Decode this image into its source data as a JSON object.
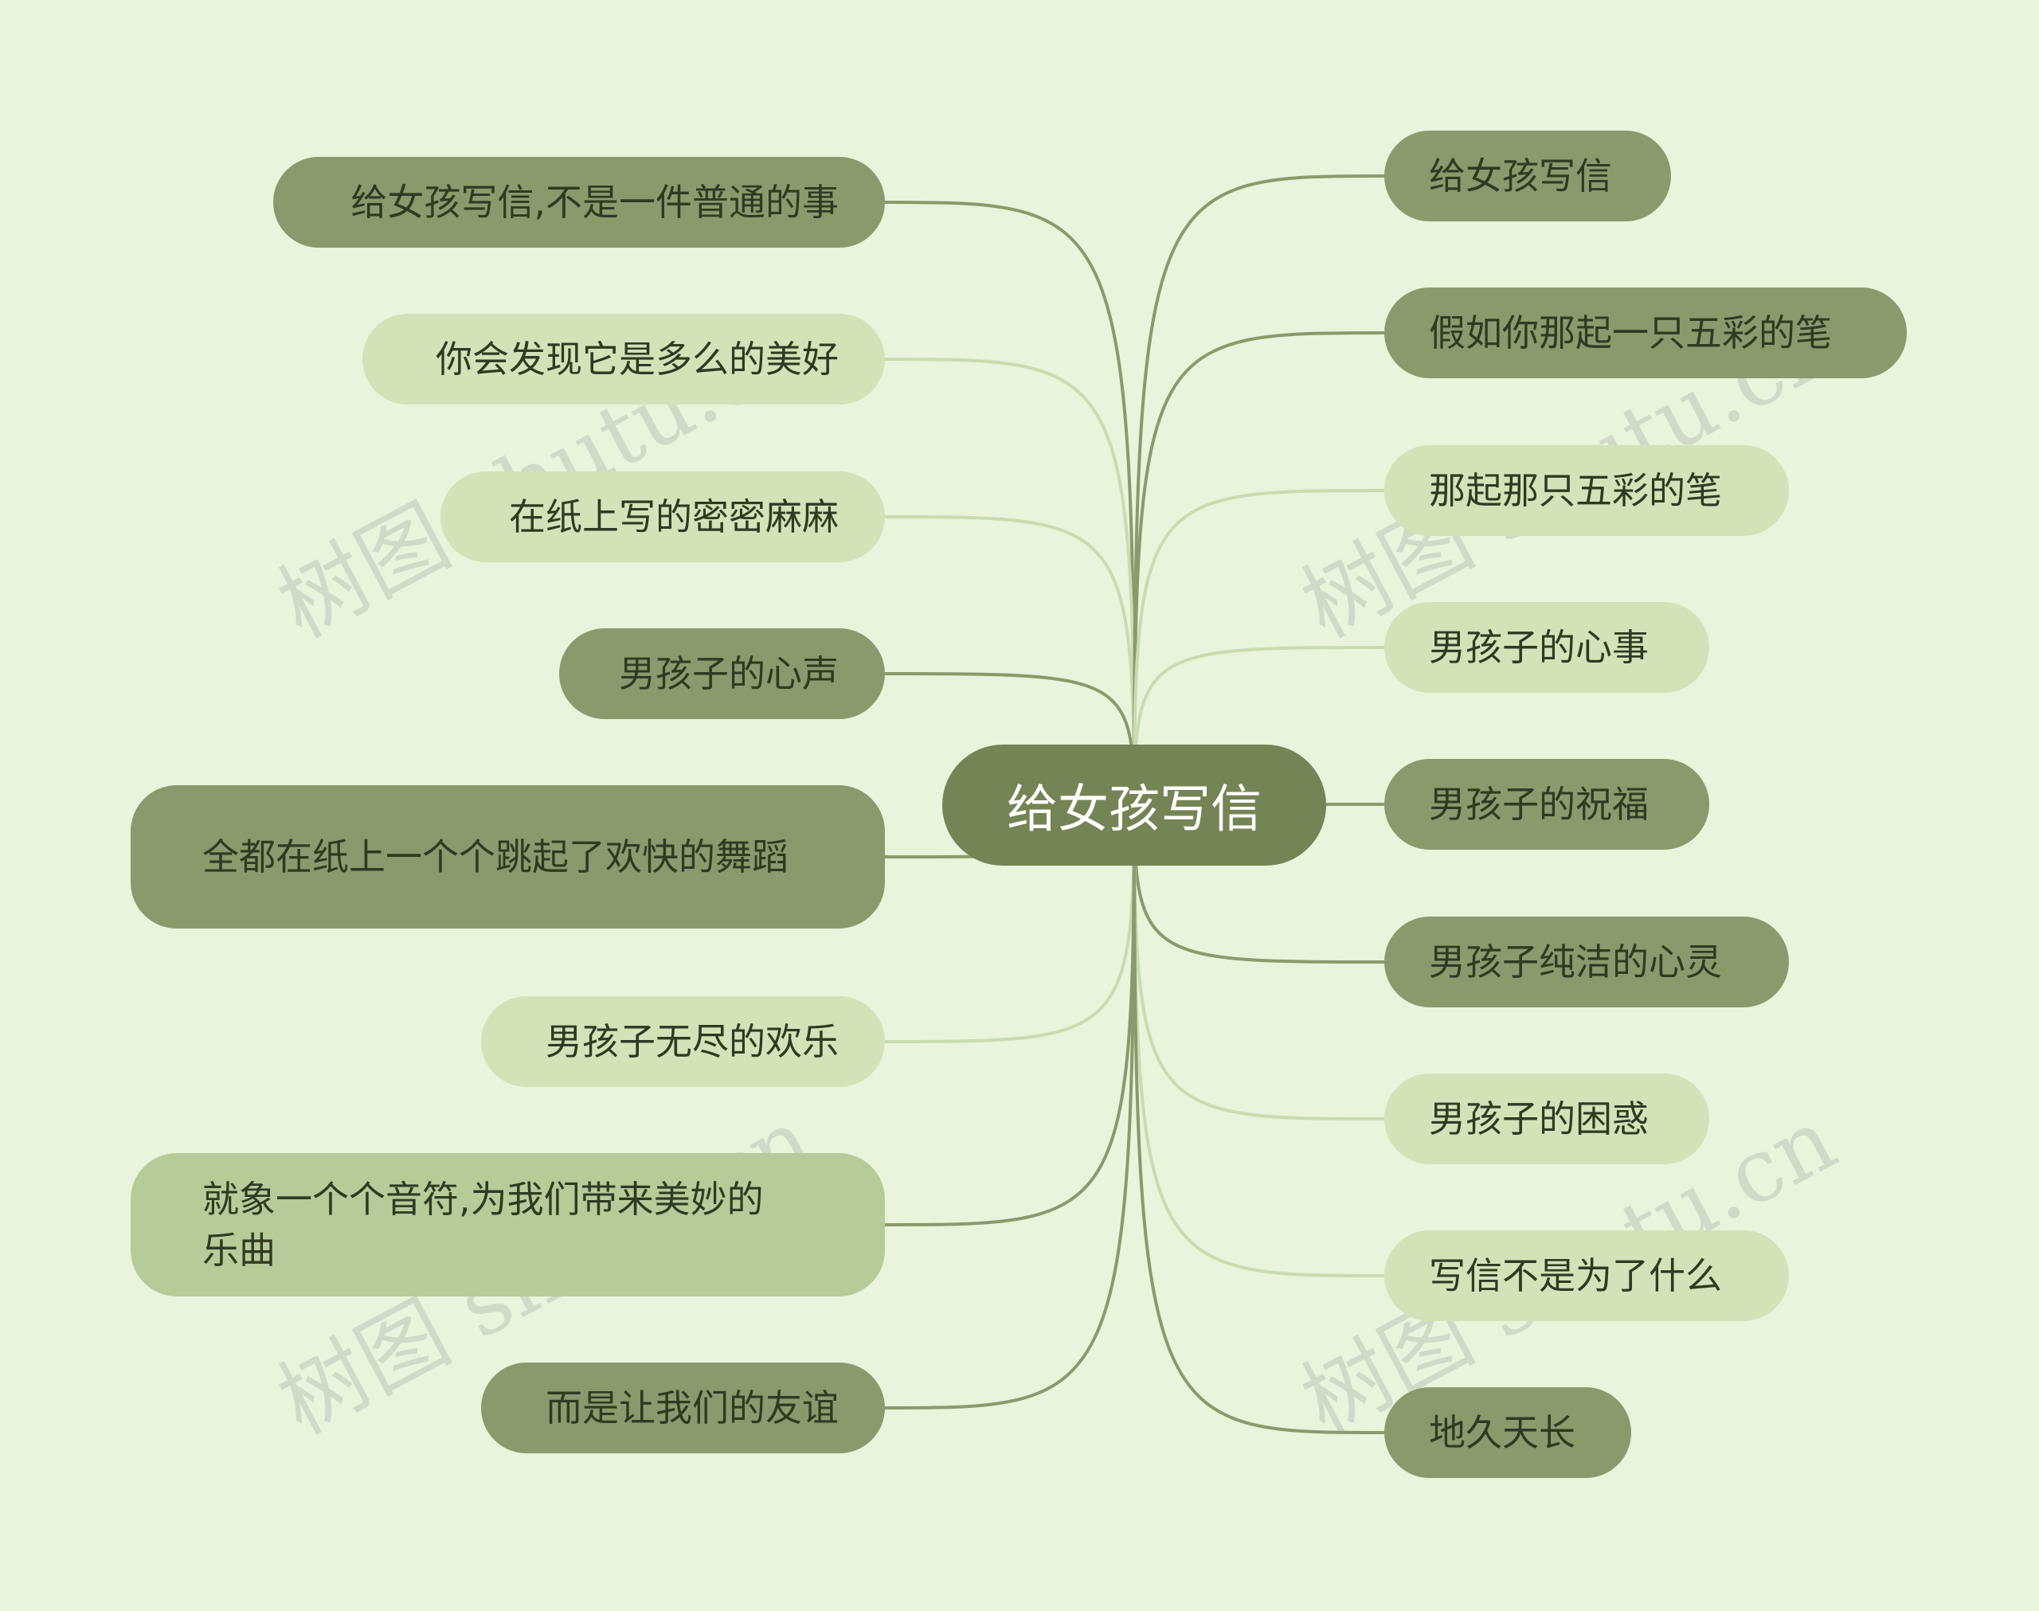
{
  "center": {
    "label": "给女孩写信"
  },
  "left_nodes": [
    {
      "label": "给女孩写信,不是一件普通的事",
      "tone": "dark"
    },
    {
      "label": "你会发现它是多么的美好",
      "tone": "light"
    },
    {
      "label": "在纸上写的密密麻麻",
      "tone": "light"
    },
    {
      "label": "男孩子的心声",
      "tone": "dark"
    },
    {
      "label": "全都在纸上一个个跳起了欢快的舞蹈",
      "tone": "dark"
    },
    {
      "label": "男孩子无尽的欢乐",
      "tone": "light"
    },
    {
      "label": "就象一个个音符,为我们带来美妙的乐曲",
      "tone": "mid"
    },
    {
      "label": "而是让我们的友谊",
      "tone": "dark"
    }
  ],
  "right_nodes": [
    {
      "label": "给女孩写信",
      "tone": "dark"
    },
    {
      "label": "假如你那起一只五彩的笔",
      "tone": "dark"
    },
    {
      "label": "那起那只五彩的笔",
      "tone": "light"
    },
    {
      "label": "男孩子的心事",
      "tone": "light"
    },
    {
      "label": "男孩子的祝福",
      "tone": "dark"
    },
    {
      "label": "男孩子纯洁的心灵",
      "tone": "dark"
    },
    {
      "label": "男孩子的困惑",
      "tone": "light"
    },
    {
      "label": "写信不是为了什么",
      "tone": "light"
    },
    {
      "label": "地久天长",
      "tone": "dark"
    }
  ],
  "colors": {
    "background": "#e8f4db",
    "center": "#748454",
    "dark": "#8a9a6c",
    "light": "#d2e3b8",
    "mid": "#b6cb98",
    "link_dark": "#8a9a6c",
    "link_light": "#c9dcb0"
  },
  "watermark": {
    "text": "树图 shutu.cn"
  }
}
